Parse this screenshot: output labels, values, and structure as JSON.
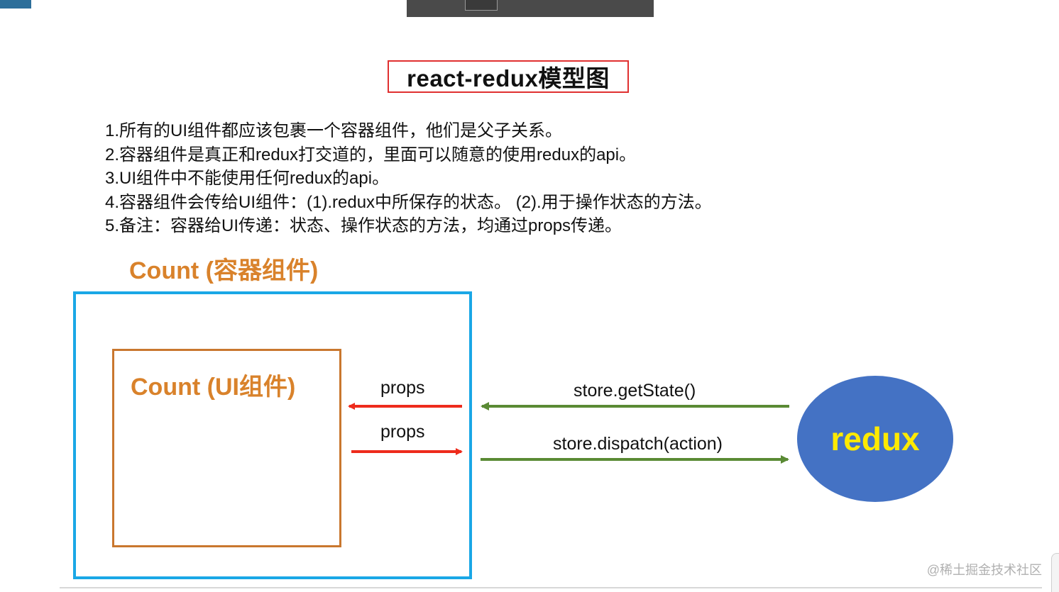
{
  "title": "react-redux模型图",
  "notes": [
    "1.所有的UI组件都应该包裹一个容器组件，他们是父子关系。",
    "2.容器组件是真正和redux打交道的，里面可以随意的使用redux的api。",
    "3.UI组件中不能使用任何redux的api。",
    "4.容器组件会传给UI组件：(1).redux中所保存的状态。  (2).用于操作状态的方法。",
    "5.备注：容器给UI传递：状态、操作状态的方法，均通过props传递。"
  ],
  "diagram": {
    "container_label": "Count (容器组件)",
    "ui_label": "Count (UI组件)",
    "redux_label": "redux",
    "edges": [
      {
        "label": "props",
        "direction": "container-to-ui"
      },
      {
        "label": "props",
        "direction": "ui-to-container"
      },
      {
        "label": "store.getState()",
        "direction": "redux-to-container"
      },
      {
        "label": "store.dispatch(action)",
        "direction": "container-to-redux"
      }
    ]
  },
  "watermark": "@稀土掘金技术社区",
  "colors": {
    "title_border": "#e03030",
    "container_border": "#1aa7e6",
    "ui_border": "#c9772e",
    "component_label": "#d9822b",
    "props_arrow": "#ee2b1c",
    "store_arrow": "#5a8a34",
    "redux_fill": "#4472c4",
    "redux_text": "#ffea00"
  }
}
